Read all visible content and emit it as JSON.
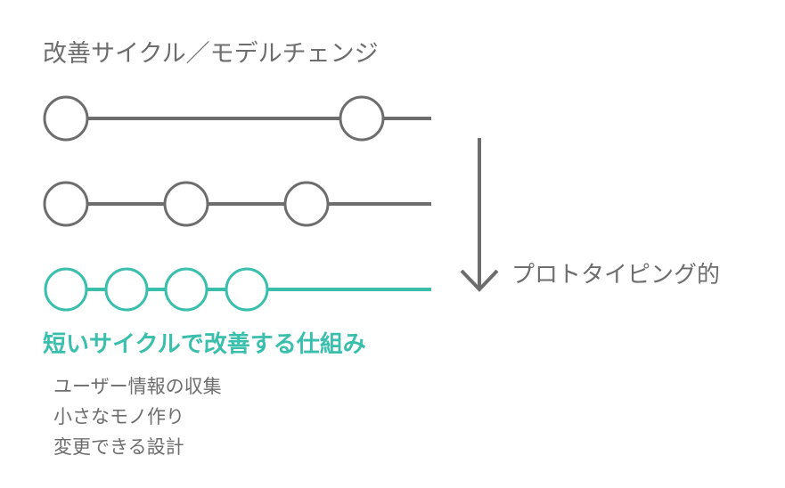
{
  "title": "改善サイクル／モデルチェンジ",
  "rows": [
    {
      "nodes": 2,
      "color": "#6d6d6d"
    },
    {
      "nodes": 3,
      "color": "#6d6d6d"
    },
    {
      "nodes": 4,
      "color": "#3bbfad"
    }
  ],
  "arrow_label": "プロトタイピング的",
  "heading": "短いサイクルで改善する仕組み",
  "items": [
    "ユーザー情報の収集",
    "小さなモノ作り",
    "変更できる設計"
  ],
  "colors": {
    "gray": "#6d6d6d",
    "accent": "#3bbfad"
  }
}
